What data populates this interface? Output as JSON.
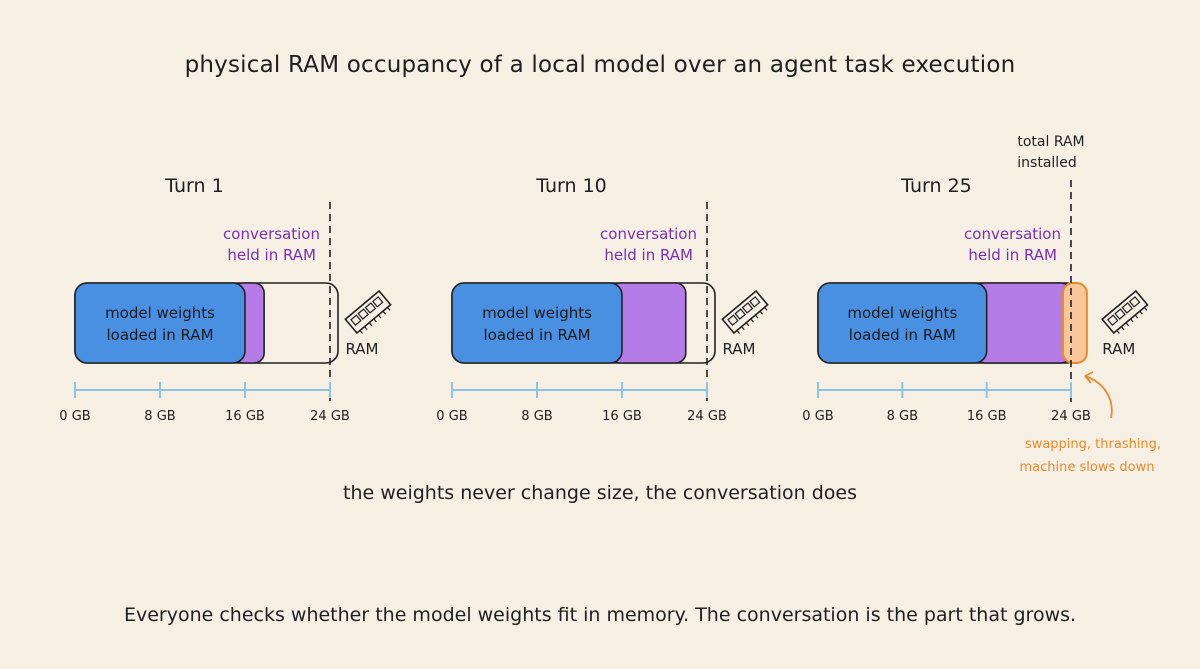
{
  "title": "physical RAM occupancy of a local model over an agent task execution",
  "caption": "the weights never change size, the conversation does",
  "footer": "Everyone checks whether the model weights fit in memory. The conversation is the part that grows.",
  "labels": {
    "weights_line1": "model weights",
    "weights_line2": "loaded in RAM",
    "conversation_line1": "conversation",
    "conversation_line2": "held in RAM",
    "ram": "RAM",
    "total_line1": "total RAM",
    "total_line2": "installed",
    "swap_line1": "swapping, thrashing,",
    "swap_line2": "machine slows down"
  },
  "colors": {
    "weights": "#4a90e2",
    "conversation": "#b57be6",
    "overflow": "#f9c79a",
    "overflow_stroke": "#e88a2a",
    "axis": "#8fc3e2",
    "conversation_text": "#7a2fb4"
  },
  "chart_data": {
    "type": "diagram",
    "unit": "GB",
    "ticks": [
      0,
      8,
      16,
      24
    ],
    "tick_labels": [
      "0 GB",
      "8 GB",
      "16 GB",
      "24 GB"
    ],
    "total_ram_gb": 24,
    "panels": [
      {
        "title": "Turn 1",
        "weights_gb": 16,
        "conversation_gb": 1.8
      },
      {
        "title": "Turn 10",
        "weights_gb": 16,
        "conversation_gb": 6
      },
      {
        "title": "Turn 25",
        "weights_gb": 16,
        "conversation_gb": 9.5
      }
    ]
  }
}
